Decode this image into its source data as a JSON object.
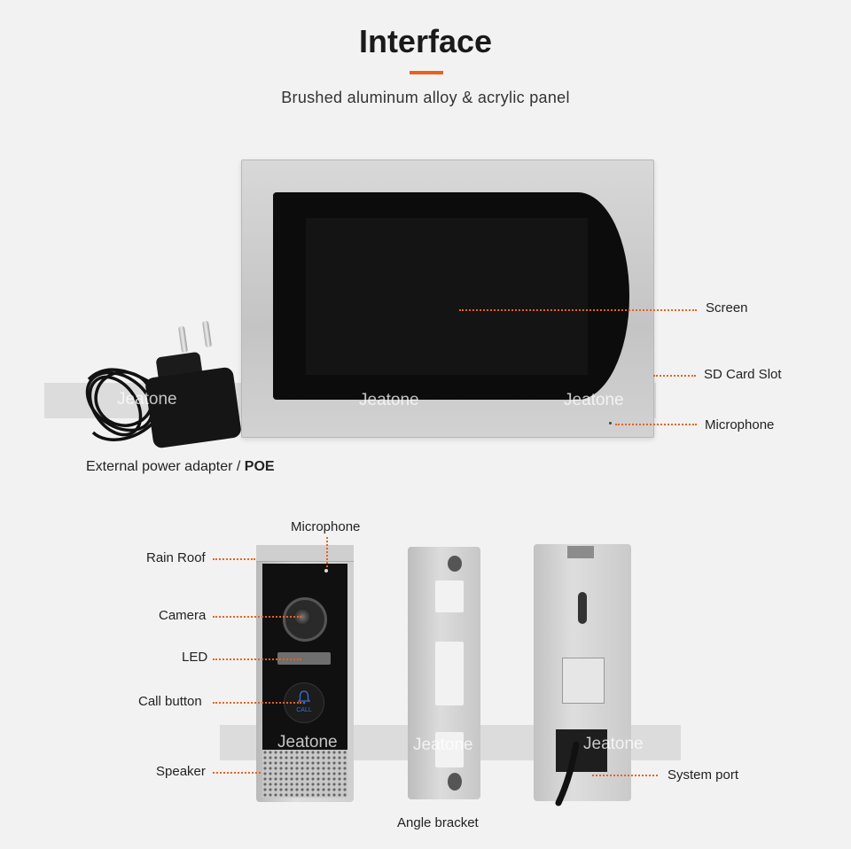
{
  "header": {
    "title": "Interface",
    "subtitle": "Brushed aluminum alloy & acrylic panel",
    "accent_color": "#e8621c"
  },
  "monitor": {
    "labels": {
      "screen": "Screen",
      "sd_card_slot": "SD Card Slot",
      "microphone": "Microphone"
    }
  },
  "adapter": {
    "label_prefix": "External power adapter / ",
    "label_bold": "POE"
  },
  "watermark": {
    "brand": "Jeatone"
  },
  "outdoor_station": {
    "labels": {
      "microphone": "Microphone",
      "rain_roof": "Rain Roof",
      "camera": "Camera",
      "led": "LED",
      "call_button": "Call button",
      "speaker": "Speaker"
    },
    "button_text": "CALL"
  },
  "bracket": {
    "label": "Angle bracket"
  },
  "back_panel": {
    "label": "System port"
  }
}
